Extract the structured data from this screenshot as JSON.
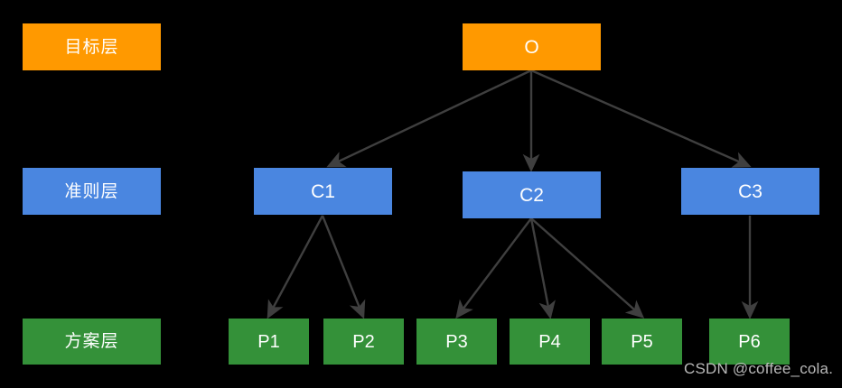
{
  "diagram": {
    "title": "AHP hierarchy diagram",
    "background_color": "#000000",
    "colors": {
      "goal": "#ff9900",
      "criteria": "#4a86e0",
      "alternative": "#349139",
      "arrow": "#3f3f3f",
      "text": "#ffffff",
      "watermark": "#b9b9b9"
    },
    "legend": [
      {
        "id": "goal-layer",
        "label": "目标层"
      },
      {
        "id": "criteria-layer",
        "label": "准则层"
      },
      {
        "id": "alternative-layer",
        "label": "方案层"
      }
    ],
    "nodes": {
      "goal": [
        {
          "id": "O",
          "label": "O"
        }
      ],
      "criteria": [
        {
          "id": "C1",
          "label": "C1"
        },
        {
          "id": "C2",
          "label": "C2"
        },
        {
          "id": "C3",
          "label": "C3"
        }
      ],
      "alternatives": [
        {
          "id": "P1",
          "label": "P1"
        },
        {
          "id": "P2",
          "label": "P2"
        },
        {
          "id": "P3",
          "label": "P3"
        },
        {
          "id": "P4",
          "label": "P4"
        },
        {
          "id": "P5",
          "label": "P5"
        },
        {
          "id": "P6",
          "label": "P6"
        }
      ]
    },
    "edges": [
      {
        "from": "O",
        "to": "C1"
      },
      {
        "from": "O",
        "to": "C2"
      },
      {
        "from": "O",
        "to": "C3"
      },
      {
        "from": "C1",
        "to": "P1"
      },
      {
        "from": "C1",
        "to": "P2"
      },
      {
        "from": "C2",
        "to": "P3"
      },
      {
        "from": "C2",
        "to": "P4"
      },
      {
        "from": "C2",
        "to": "P5"
      },
      {
        "from": "C3",
        "to": "P6"
      }
    ],
    "watermark": "CSDN @coffee_cola."
  }
}
